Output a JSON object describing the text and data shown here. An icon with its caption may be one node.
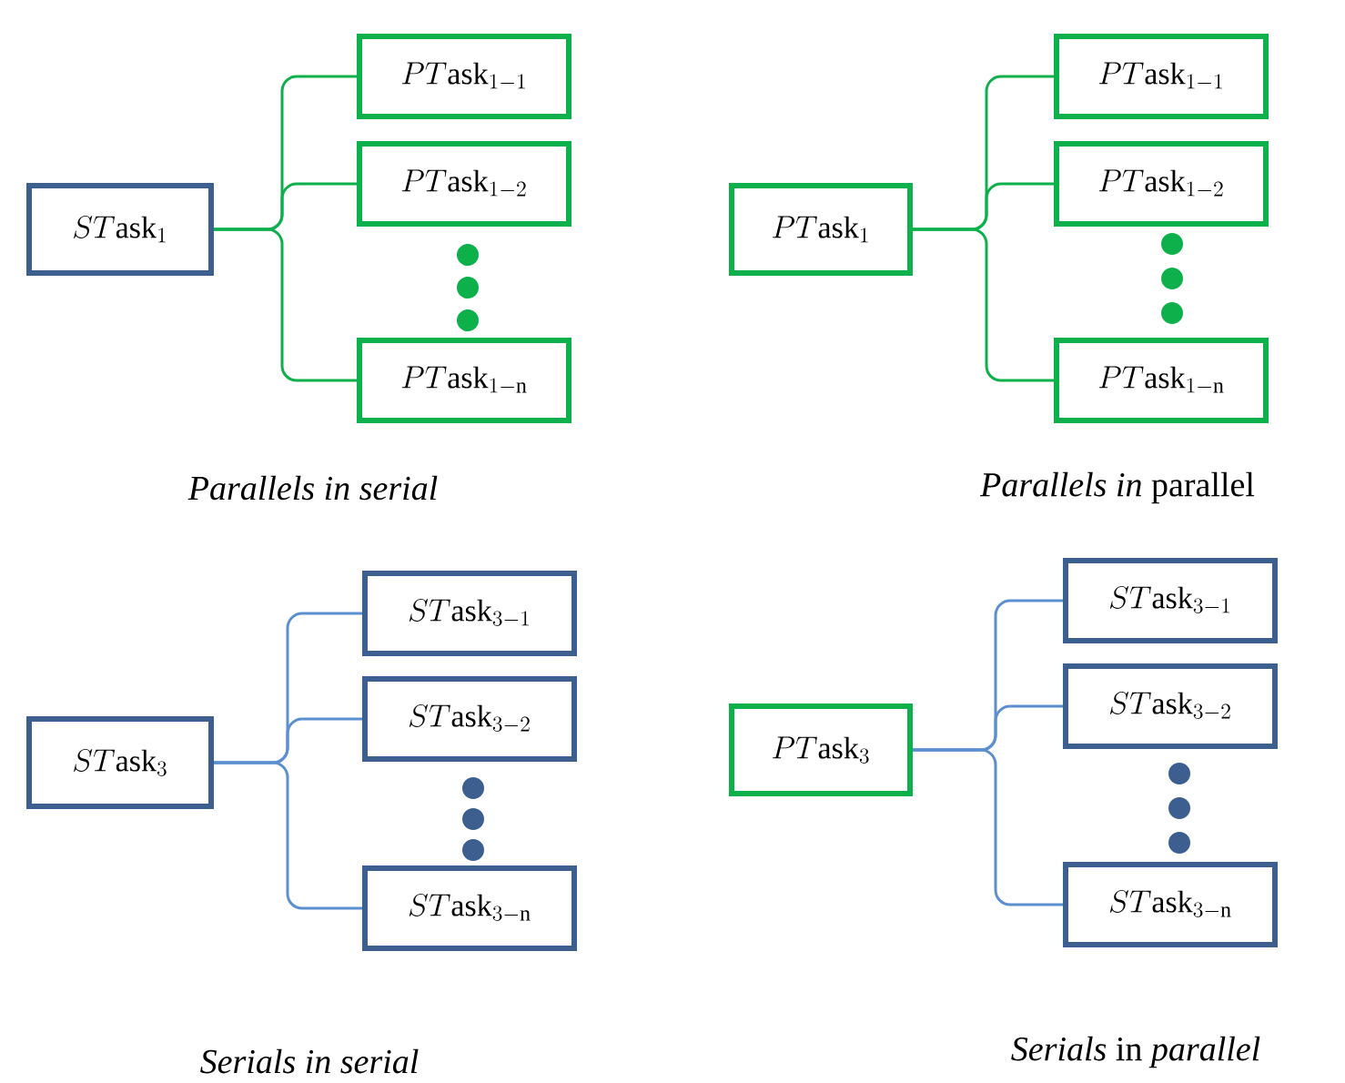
{
  "diagram": {
    "nodes": [
      {
        "text": [
          "ST\\mathrm{ask}_{1}"
        ]
      },
      {
        "text": [
          "PT\\mathrm{ask}_{1-1}"
        ]
      },
      {
        "text": [
          "PT\\mathrm{ask}_{1-2}"
        ]
      },
      {
        "text": [
          "PT\\mathrm{ask}_{1-\\mathrm{n}}"
        ]
      },
      {
        "text": [
          "PT\\mathrm{ask}_{1}"
        ]
      },
      {
        "text": [
          "PT\\mathrm{ask}_{1-1}"
        ]
      },
      {
        "text": [
          "PT\\mathrm{ask}_{1-2}"
        ]
      },
      {
        "text": [
          "PT\\mathrm{ask}_{1-\\mathrm{n}}"
        ]
      },
      {
        "text": [
          "ST\\mathrm{ask}_{3}"
        ]
      },
      {
        "text": [
          "ST\\mathrm{ask}_{3-1}"
        ]
      },
      {
        "text": [
          "ST\\mathrm{ask}_{3-2}"
        ]
      },
      {
        "text": [
          "ST\\mathrm{ask}_{3-\\mathrm{n}}"
        ]
      },
      {
        "text": [
          "PT\\mathrm{ask}_{3}"
        ]
      },
      {
        "text": [
          "ST\\mathrm{ask}_{3-1}"
        ]
      },
      {
        "text": [
          "ST\\mathrm{ask}_{3-2}"
        ]
      },
      {
        "text": [
          "ST\\mathrm{ask}_{3-\\mathrm{n}}"
        ]
      }
    ],
    "edges": [
      {
        "from": 0,
        "to": 1,
        "arrow": "none"
      },
      {
        "from": 0,
        "to": 2,
        "arrow": "none"
      },
      {
        "from": 0,
        "to": 3,
        "arrow": "none"
      },
      {
        "from": 4,
        "to": 5,
        "arrow": "none"
      },
      {
        "from": 4,
        "to": 6,
        "arrow": "none"
      },
      {
        "from": 4,
        "to": 7,
        "arrow": "none"
      },
      {
        "from": 8,
        "to": 9,
        "arrow": "none",
        "color": "#5b8fd0"
      },
      {
        "from": 8,
        "to": 10,
        "arrow": "none",
        "color": "#5b8fd0"
      },
      {
        "from": 8,
        "to": 11,
        "arrow": "none",
        "color": "#5b8fd0"
      },
      {
        "from": 12,
        "to": 13,
        "arrow": "none",
        "color": "#5b8fd0"
      },
      {
        "from": 12,
        "to": 14,
        "arrow": "none",
        "color": "#5b8fd0"
      },
      {
        "from": 12,
        "to": 15,
        "arrow": "none",
        "color": "#5b8fd0"
      }
    ],
    "labels": [
      "*Parallels in serial*",
      "*Parallels in* parallel",
      "*Serials in serial*",
      "*Serials* in *parallel*"
    ]
  }
}
